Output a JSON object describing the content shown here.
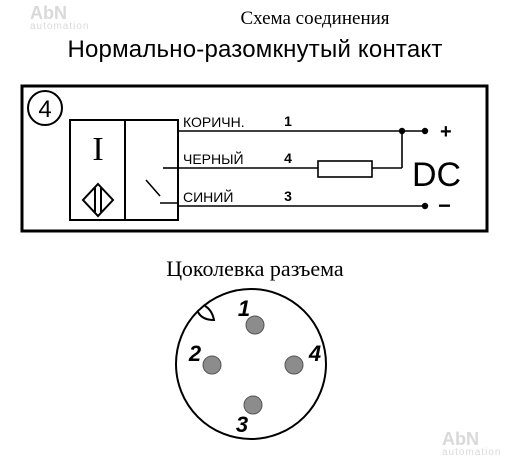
{
  "title": "Схема соединения",
  "subtitle": "Нормально-разомкнутый контакт",
  "diagram_number": "4",
  "sensor_symbol": "I",
  "wires": [
    {
      "label": "КОРИЧН.",
      "pin": "1",
      "terminal": "+"
    },
    {
      "label": "ЧЕРНЫЙ",
      "pin": "4"
    },
    {
      "label": "СИНИЙ",
      "pin": "3",
      "terminal": "−"
    }
  ],
  "supply_label": "DC",
  "connector_title": "Цоколевка разъема",
  "connector_pins": [
    "1",
    "2",
    "4",
    "3"
  ],
  "watermark": {
    "brand": "AbN",
    "sub": "automation"
  }
}
